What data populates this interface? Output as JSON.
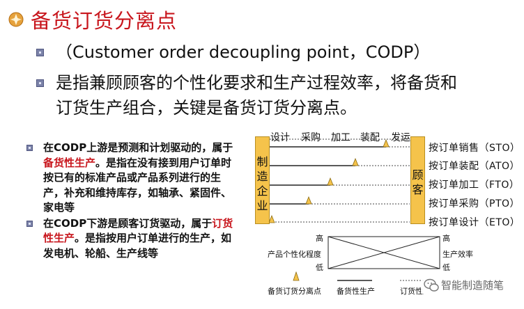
{
  "title": "备货订货分离点",
  "points": [
    "（Customer order decoupling point，CODP）",
    "是指兼顾顾客的个性化要求和生产过程效率，将备货和",
    "订货生产组合，关键是备货订货分离点。"
  ],
  "left": {
    "item1": {
      "p1": "在CODP上游是预测和计划驱动的，属于",
      "red": "备货性生产",
      "p2": "。是指在没有接到用户订单时按已有的标准产品或产品系列进行的生产，补充和维持库存，如轴承、紧固件、家电等"
    },
    "item2": {
      "p1": "在CODP下游是顾客订货驱动，属于",
      "red": "订货性生产",
      "p2": "。是指按用户订单进行的生产，如发电机、轮船、生产线等"
    }
  },
  "diagram": {
    "stages": [
      "设计",
      "采购",
      "加工",
      "装配",
      "发运"
    ],
    "left_bar": "制造企业",
    "right_bar": "顾客",
    "orders": [
      "按订单销售（STO）",
      "按订单装配（ATO）",
      "按订单加工（FTO）",
      "按订单采购（PTO）",
      "按订单设计（ETO）"
    ],
    "left_high": "高",
    "left_label": "产品个性化程度",
    "left_low": "低",
    "right_high": "高",
    "right_label": "生产效率",
    "right_low": "低",
    "legend": [
      "备货订货分离点",
      "备货性生产",
      "订货性生产"
    ]
  },
  "watermark": "智能制造随笔",
  "colors": {
    "title_red": "#c8161d",
    "bar_fill": "#f5c34b",
    "marker_fill": "#f5c34b"
  }
}
